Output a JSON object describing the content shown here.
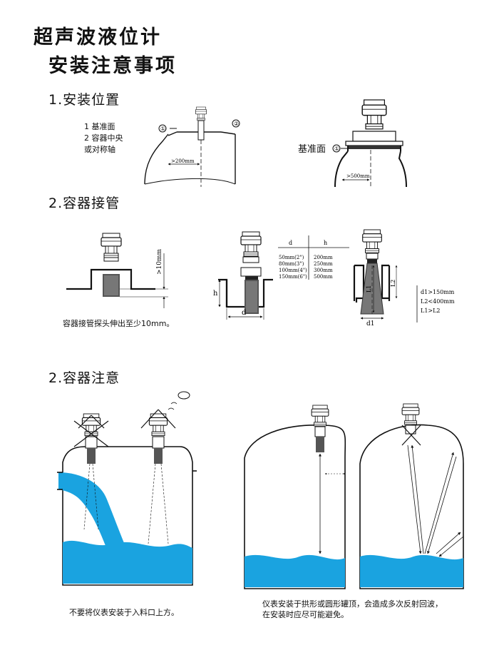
{
  "title": {
    "line1": "超声波液位计",
    "line2": "安装注意事项"
  },
  "sections": {
    "s1": "1.安装位置",
    "s2": "2.容器接管",
    "s3": "2.容器注意"
  },
  "install": {
    "legend1": "1 基准面",
    "legend2": "2 容器中央",
    "legend3": "或对称轴",
    "marker1": "①",
    "marker2": "②",
    "dist_left": ">200mm",
    "ref_label": "基准面",
    "dist_right": ">500mm"
  },
  "nozzle": {
    "note": "容器接管探头伸出至少10mm。",
    "ext": ">10mm",
    "h": "h",
    "d": "d",
    "table_head_d": "d",
    "table_head_h": "h",
    "rows": [
      {
        "d": "50mm(2\")",
        "h": "200mm"
      },
      {
        "d": "80mm(3\")",
        "h": "250mm"
      },
      {
        "d": "100mm(4\")",
        "h": "300mm"
      },
      {
        "d": "150mm(6\")",
        "h": "500mm"
      }
    ],
    "L1": "L1",
    "L2": "L2",
    "d1": "d1",
    "cond1": "d1>150mm",
    "cond2": "L2<400mm",
    "cond3": "L1>L2"
  },
  "tank": {
    "caption_left": "不要将仪表安装于入料口上方。",
    "caption_right1": "仪表安装于拱形或圆形罐顶，会造成多次反射回波，",
    "caption_right2": "在安装时应尽可能避免。"
  },
  "colors": {
    "liquid": "#1aa3e0",
    "line": "#111111"
  }
}
